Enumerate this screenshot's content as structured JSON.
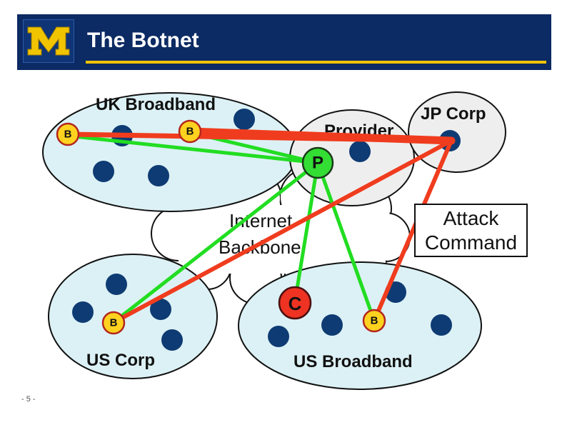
{
  "header": {
    "title": "The Botnet",
    "logo_letter": "M"
  },
  "colors": {
    "header_navy": "#0c2a63",
    "header_gold": "#f1c400",
    "region_fill": "#dcf1f5",
    "hub_fill": "#eeeeee",
    "host_dot": "#0e3b73",
    "green_link": "#22dd22",
    "red_link": "#f03c1e",
    "bot_fill": "#ffd21f",
    "controller_fill": "#ee3322",
    "provider_fill": "#33dd33"
  },
  "regions": {
    "uk": "UK Broadband",
    "provider": "Provider",
    "jp": "JP Corp",
    "us_corp": "US Corp",
    "us_broadband": "US Broadband"
  },
  "cloud": {
    "line1": "Internet",
    "line2": "Backbone"
  },
  "nodes": {
    "provider": "P",
    "controller": "C",
    "bot": "B"
  },
  "callout": {
    "line1": "Attack",
    "line2": "Command"
  },
  "footer": {
    "page": "- 5 -"
  }
}
